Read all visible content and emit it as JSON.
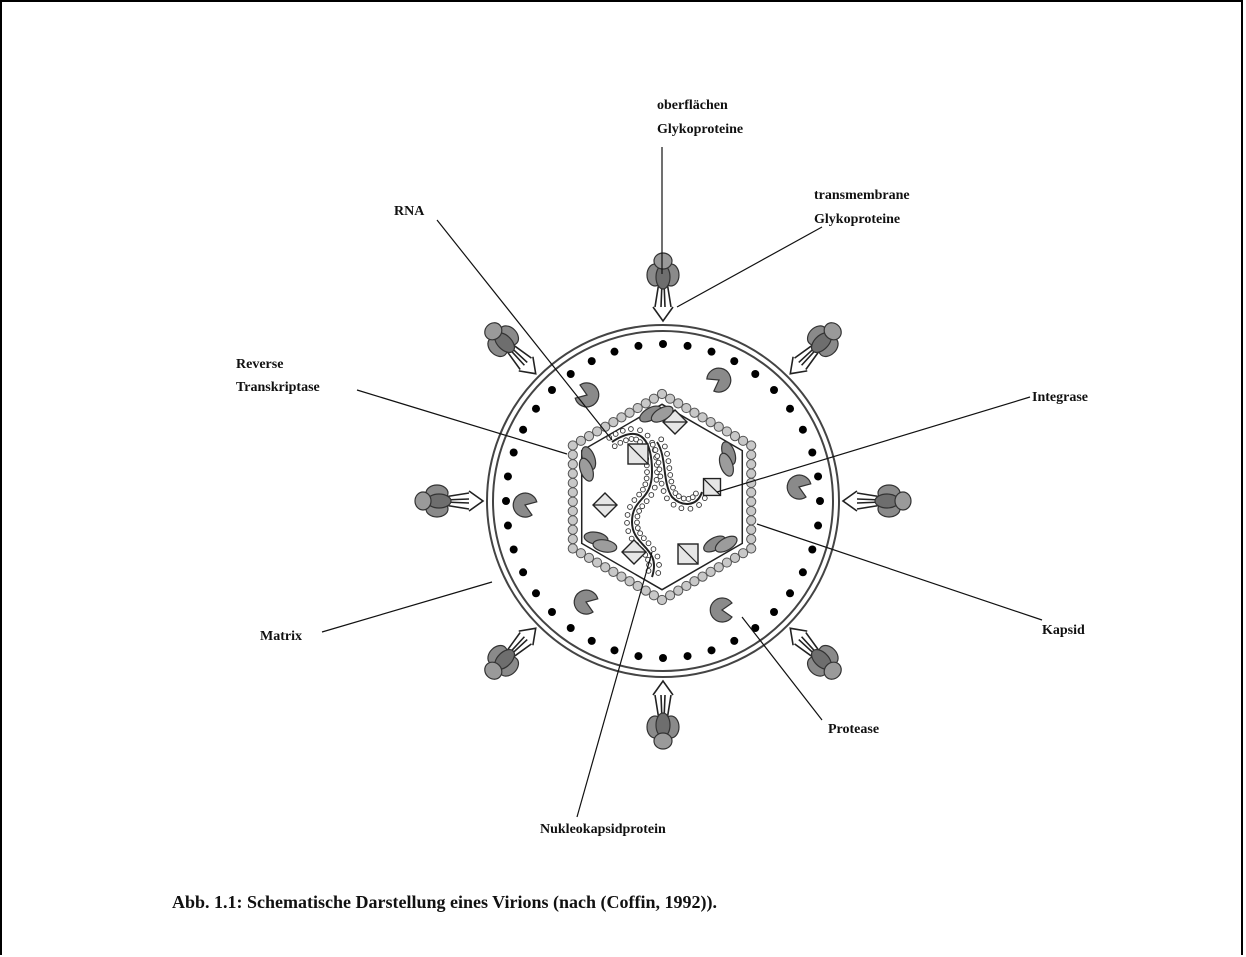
{
  "labels": {
    "surface_glyco_line1": "oberflächen",
    "surface_glyco_line2": "Glykoproteine",
    "transmembrane_line1": "transmembrane",
    "transmembrane_line2": "Glykoproteine",
    "rna": "RNA",
    "rt_line1": "Reverse",
    "rt_line2": "Transkriptase",
    "integrase": "Integrase",
    "matrix": "Matrix",
    "kapsid": "Kapsid",
    "protease": "Protease",
    "nukleokapsid": "Nukleokapsidprotein"
  },
  "caption": "Abb. 1.1: Schematische Darstellung eines Virions (nach (Coffin, 1992)).",
  "colors": {
    "component_fill": "#8a8a8a",
    "capsid_bead": "#c8c8c8",
    "envelope": "#444444"
  }
}
